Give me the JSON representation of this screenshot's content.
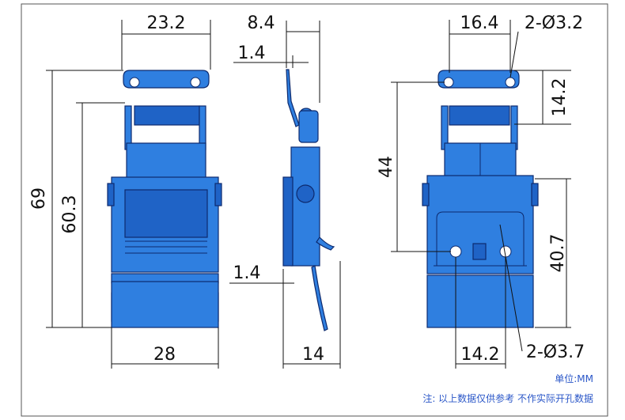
{
  "dimensions": {
    "front_width_top": "23.2",
    "front_height_total": "69",
    "front_height_body": "60.3",
    "front_width_bottom": "28",
    "side_top_width": "8.4",
    "side_thickness_top": "1.4",
    "side_thickness_bottom": "1.4",
    "side_width_bottom": "14",
    "rear_hole_spacing_top": "16.4",
    "rear_hole_label_top": "2-Ø3.2",
    "rear_height_top": "14.2",
    "rear_height_mid": "44",
    "rear_height_bottom": "40.7",
    "rear_hole_spacing_bottom": "14.2",
    "rear_hole_label_bottom": "2-Ø3.7"
  },
  "notes": {
    "unit": "单位:MM",
    "disclaimer": "注: 以上数据仅供参考 不作实际开孔数据"
  },
  "colors": {
    "part_fill": "#2f7fe0",
    "part_outline": "#0d2a6e",
    "note_text": "#2b57c8"
  }
}
